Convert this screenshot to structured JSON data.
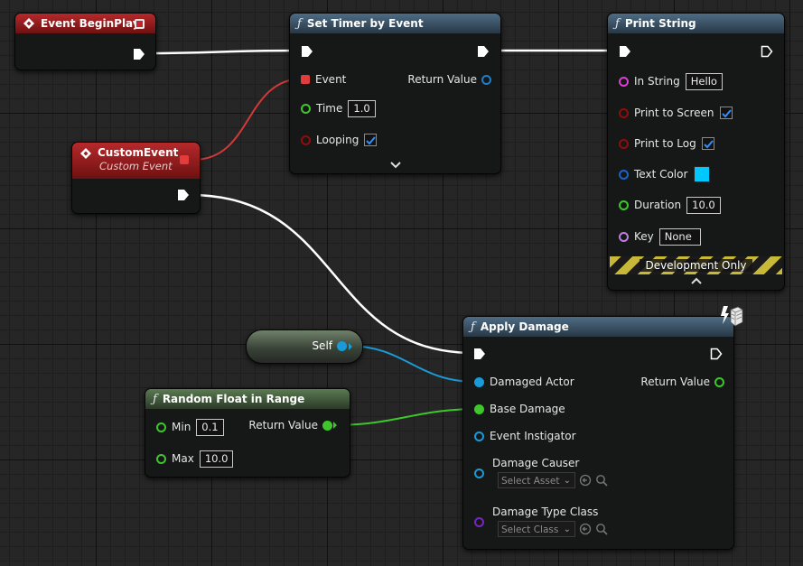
{
  "nodes": {
    "begin_play": {
      "title": "Event BeginPlay"
    },
    "custom_event": {
      "title": "CustomEvent",
      "subtitle": "Custom Event"
    },
    "set_timer": {
      "title": "Set Timer by Event",
      "event_label": "Event",
      "time_label": "Time",
      "time_value": "1.0",
      "looping_label": "Looping",
      "return_label": "Return Value"
    },
    "print_string": {
      "title": "Print String",
      "in_string_label": "In String",
      "in_string_value": "Hello",
      "print_screen_label": "Print to Screen",
      "print_log_label": "Print to Log",
      "text_color_label": "Text Color",
      "text_color_value": "#00C8FF",
      "duration_label": "Duration",
      "duration_value": "10.0",
      "key_label": "Key",
      "key_value": "None",
      "dev_only_label": "Development Only"
    },
    "self": {
      "label": "Self"
    },
    "random_float": {
      "title": "Random Float in Range",
      "min_label": "Min",
      "min_value": "0.1",
      "max_label": "Max",
      "max_value": "10.0",
      "return_label": "Return Value"
    },
    "apply_damage": {
      "title": "Apply Damage",
      "damaged_actor_label": "Damaged Actor",
      "return_label": "Return Value",
      "base_damage_label": "Base Damage",
      "event_instigator_label": "Event Instigator",
      "damage_causer_label": "Damage Causer",
      "damage_causer_placeholder": "Select Asset",
      "damage_type_label": "Damage Type Class",
      "damage_type_placeholder": "Select Class"
    }
  },
  "colors": {
    "exec_wire": "#ffffff",
    "delegate_wire": "#d23a3a",
    "object_wire": "#1a9ad6",
    "float_wire": "#3ec62c",
    "header_function": "#3d566b",
    "header_event": "#9a1e20",
    "header_pure": "#4a6343"
  },
  "icons": {
    "function": "function-f-icon",
    "event": "event-diamond-icon",
    "authority": "server-lightning-icon",
    "collapse": "chevron-down-icon",
    "expand": "chevron-up-icon",
    "browse": "browse-arrow-icon",
    "search": "search-icon"
  }
}
